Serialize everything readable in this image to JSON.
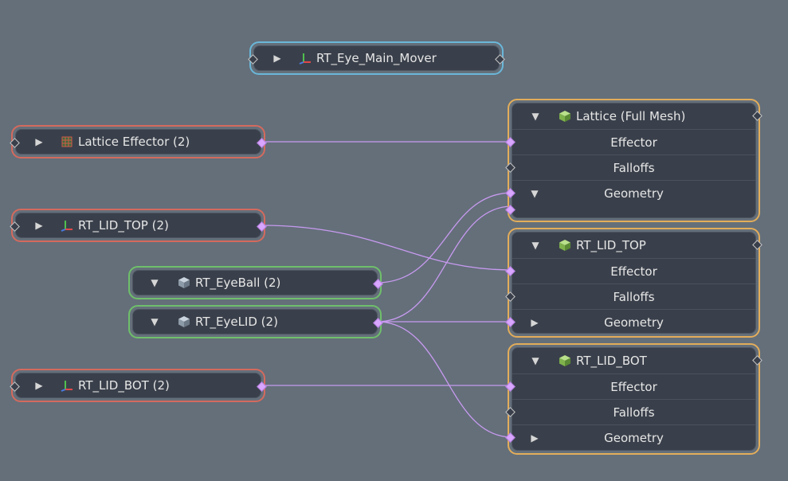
{
  "nodes": {
    "main_mover": {
      "label": "RT_Eye_Main_Mover",
      "icon": "locator-axes-icon",
      "expanded": false
    },
    "lattice_effector": {
      "label": "Lattice Effector (2)",
      "icon": "lattice-effector-icon",
      "expanded": false
    },
    "lid_top_loc": {
      "label": "RT_LID_TOP (2)",
      "icon": "locator-axes-icon",
      "expanded": false
    },
    "eyeball": {
      "label": "RT_EyeBall (2)",
      "icon": "mesh-cube-icon",
      "expanded": true
    },
    "eyelid": {
      "label": "RT_EyeLID (2)",
      "icon": "mesh-cube-icon",
      "expanded": true
    },
    "lid_bot_loc": {
      "label": "RT_LID_BOT (2)",
      "icon": "locator-axes-icon",
      "expanded": false
    }
  },
  "deformers": [
    {
      "title": "Lattice (Full Mesh)",
      "icon": "green-cube-icon",
      "rows": [
        "Effector",
        "Falloffs",
        "Geometry"
      ]
    },
    {
      "title": "RT_LID_TOP",
      "icon": "green-cube-icon",
      "rows": [
        "Effector",
        "Falloffs",
        "Geometry"
      ]
    },
    {
      "title": "RT_LID_BOT",
      "icon": "green-cube-icon",
      "rows": [
        "Effector",
        "Falloffs",
        "Geometry"
      ]
    }
  ],
  "colors": {
    "background": "#646f7a",
    "wire": "#c89af0",
    "port_filled": "#d9a6ff",
    "border_blue": "#6ab7d9",
    "border_red": "#d46a5e",
    "border_green": "#6fbf6a",
    "border_orange": "#e3ad5a"
  }
}
